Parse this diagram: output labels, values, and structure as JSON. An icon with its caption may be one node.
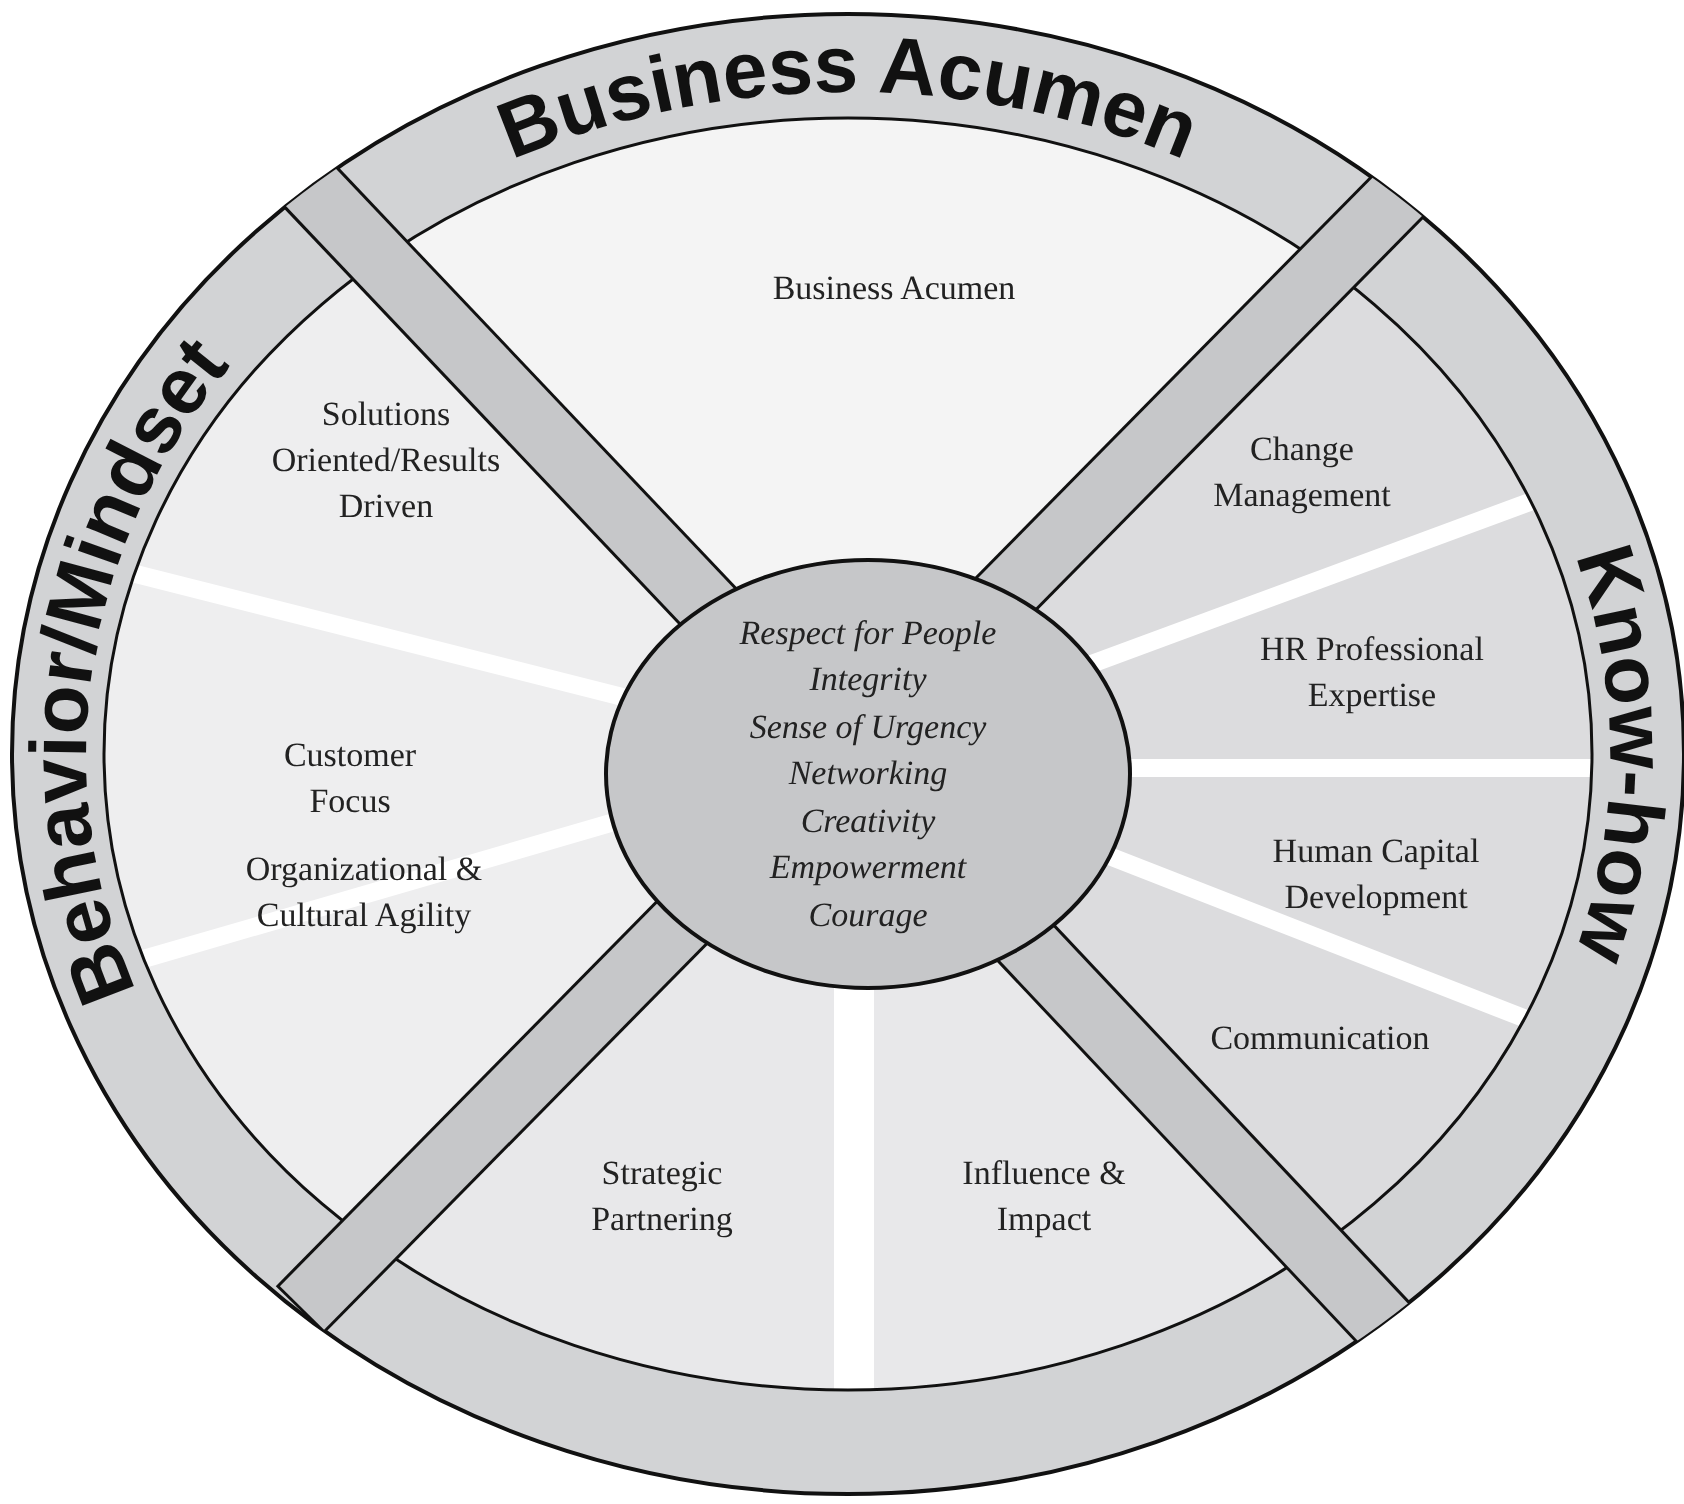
{
  "diagram": {
    "nodes": [
      {
        "text": [
          "Business Acumen"
        ]
      },
      {
        "text": [
          "Solutions Oriented/Results Driven"
        ]
      },
      {
        "text": [
          "Customer Focus"
        ]
      },
      {
        "text": [
          "Organizational & Cultural Agility"
        ]
      },
      {
        "text": [
          "Strategic Partnering"
        ]
      },
      {
        "text": [
          "Influence & Impact"
        ]
      },
      {
        "text": [
          "Change Management"
        ]
      },
      {
        "text": [
          "HR Professional Expertise"
        ]
      },
      {
        "text": [
          "Human Capital Development"
        ]
      },
      {
        "text": [
          "Communication"
        ]
      },
      {
        "text": [
          "Respect for People",
          "Integrity",
          "Sense of Urgency",
          "Networking",
          "Creativity",
          "Empowerment",
          "Courage"
        ]
      }
    ],
    "labels": [
      "Business Acumen",
      "Behavior/Mindset",
      "Know-how"
    ]
  }
}
